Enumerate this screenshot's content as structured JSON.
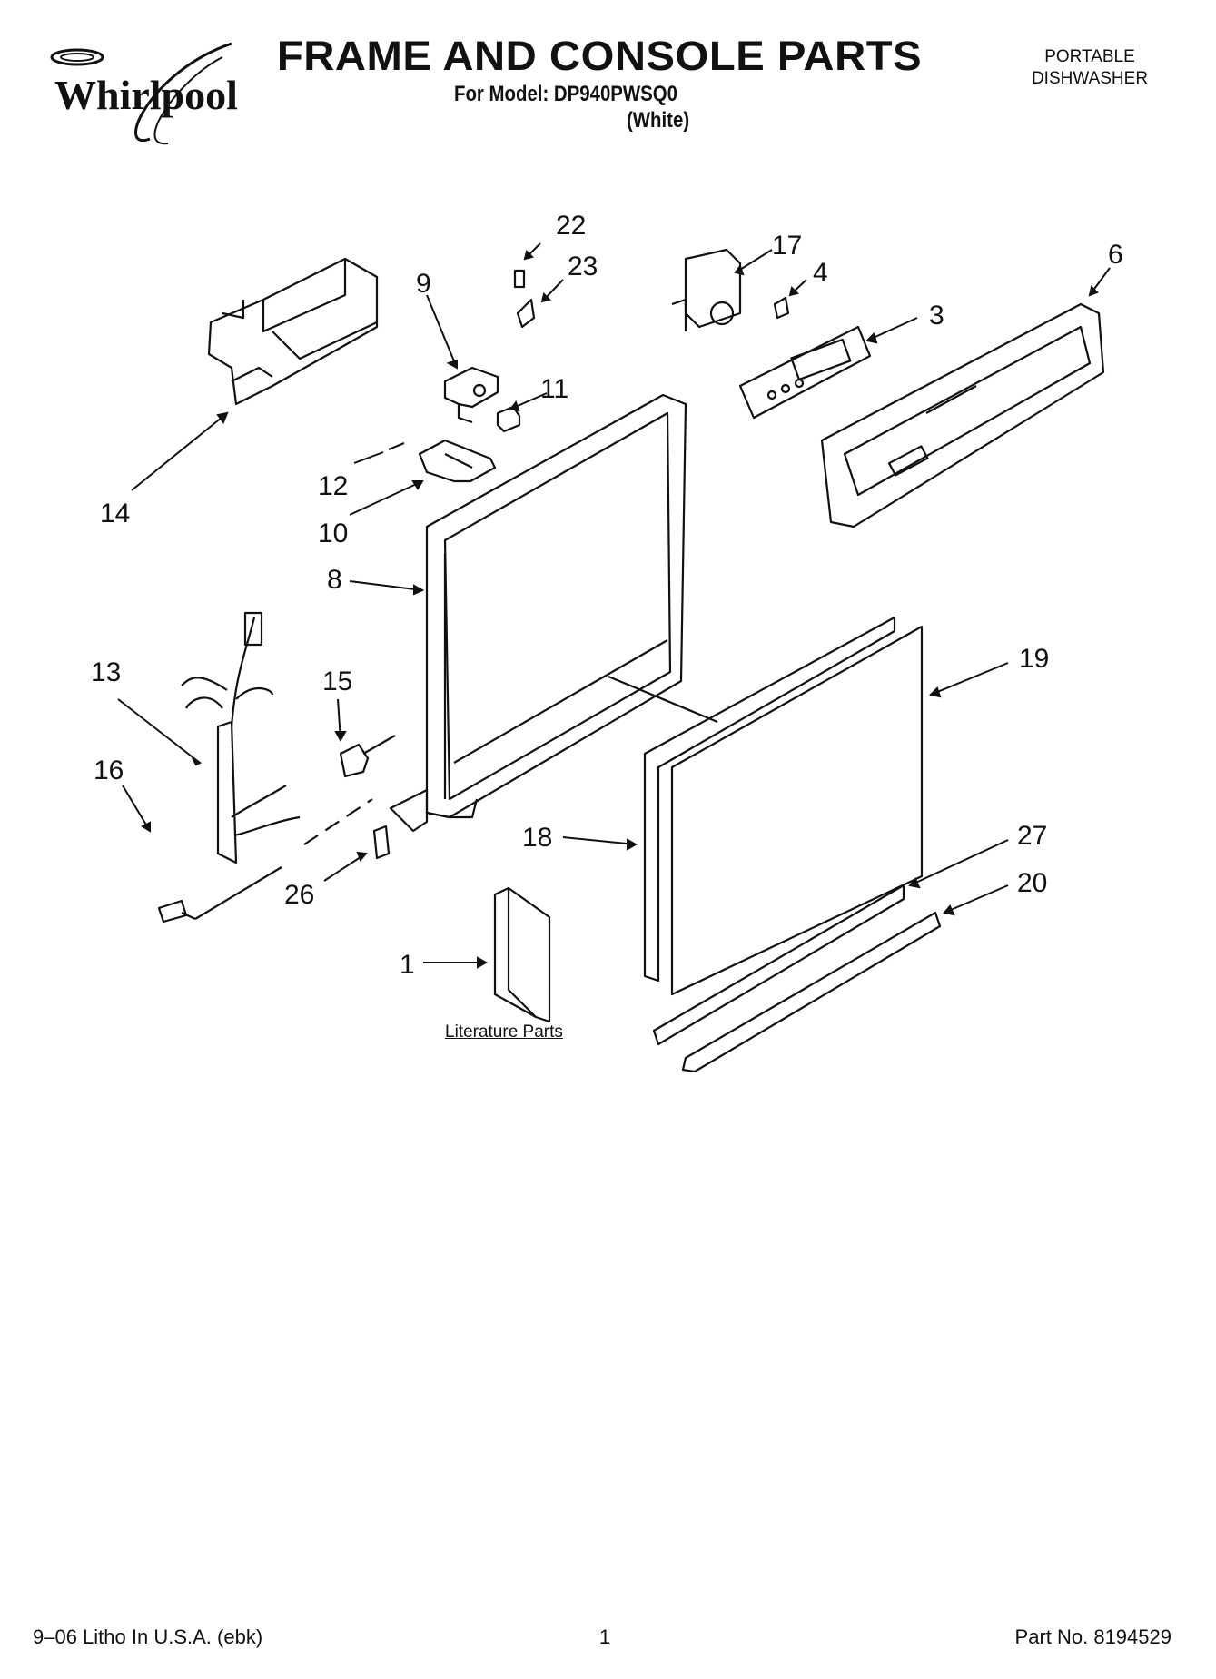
{
  "header": {
    "brand": "Whirlpool",
    "title": "FRAME AND CONSOLE PARTS",
    "model_line": "For Model: DP940PWSQ0",
    "variant": "(White)",
    "product_type_line1": "PORTABLE",
    "product_type_line2": "DISHWASHER"
  },
  "diagram": {
    "callouts": [
      "1",
      "3",
      "4",
      "6",
      "8",
      "9",
      "10",
      "11",
      "12",
      "13",
      "14",
      "15",
      "16",
      "17",
      "18",
      "19",
      "20",
      "22",
      "23",
      "26",
      "27"
    ],
    "literature_label": "Literature Parts"
  },
  "footer": {
    "left": "9–06 Litho In U.S.A. (ebk)",
    "center": "1",
    "right": "Part No. 8194529"
  }
}
